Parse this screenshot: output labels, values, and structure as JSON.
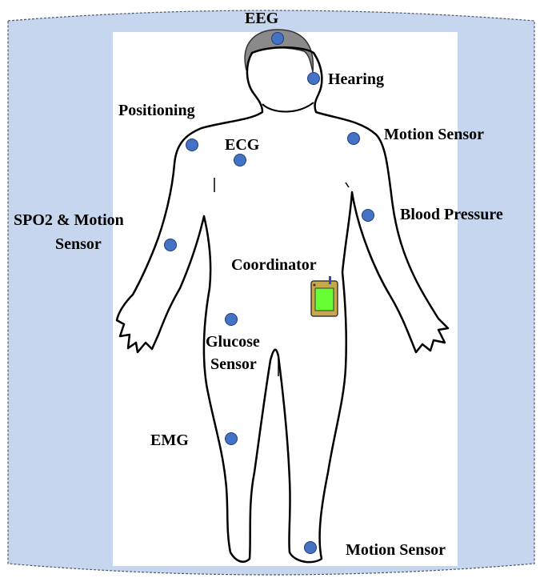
{
  "diagram": {
    "labels": {
      "eeg": "EEG",
      "hearing": "Hearing",
      "positioning": "Positioning",
      "ecg": "ECG",
      "motion_sensor_shoulder": "Motion Sensor",
      "blood_pressure": "Blood Pressure",
      "spo2_line1": "SPO2 & Motion",
      "spo2_line2": "Sensor",
      "coordinator": "Coordinator",
      "glucose_line1": "Glucose",
      "glucose_line2": "Sensor",
      "emg": "EMG",
      "motion_sensor_ankle": "Motion Sensor"
    },
    "colors": {
      "container_fill": "#c5d6ee",
      "container_border": "#4a5a6e",
      "sensor_fill": "#4472c4",
      "sensor_border": "#1f3f7a",
      "coordinator_body": "#c7a84a",
      "coordinator_screen": "#66ff33",
      "hair": "#8a8a8a"
    }
  }
}
